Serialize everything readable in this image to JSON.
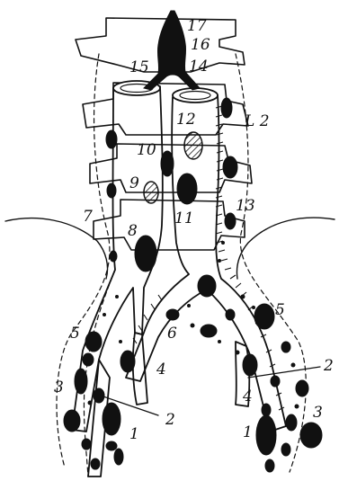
{
  "figure": {
    "labels": {
      "n1_left": "1",
      "n1_right": "1",
      "n2_left": "2",
      "n2_right": "2",
      "n3_left": "3",
      "n3_right": "3",
      "n4_left": "4",
      "n4_right": "4",
      "n5_left": "5",
      "n5_right": "5",
      "n6": "6",
      "n7": "7",
      "n8": "8",
      "n9": "9",
      "n10": "10",
      "n11": "11",
      "n12": "12",
      "n13": "13",
      "n14": "14",
      "n15": "15",
      "n16": "16",
      "n17": "17",
      "l2": "L 2"
    },
    "colors": {
      "ink": "#111111",
      "paper": "#ffffff"
    }
  }
}
